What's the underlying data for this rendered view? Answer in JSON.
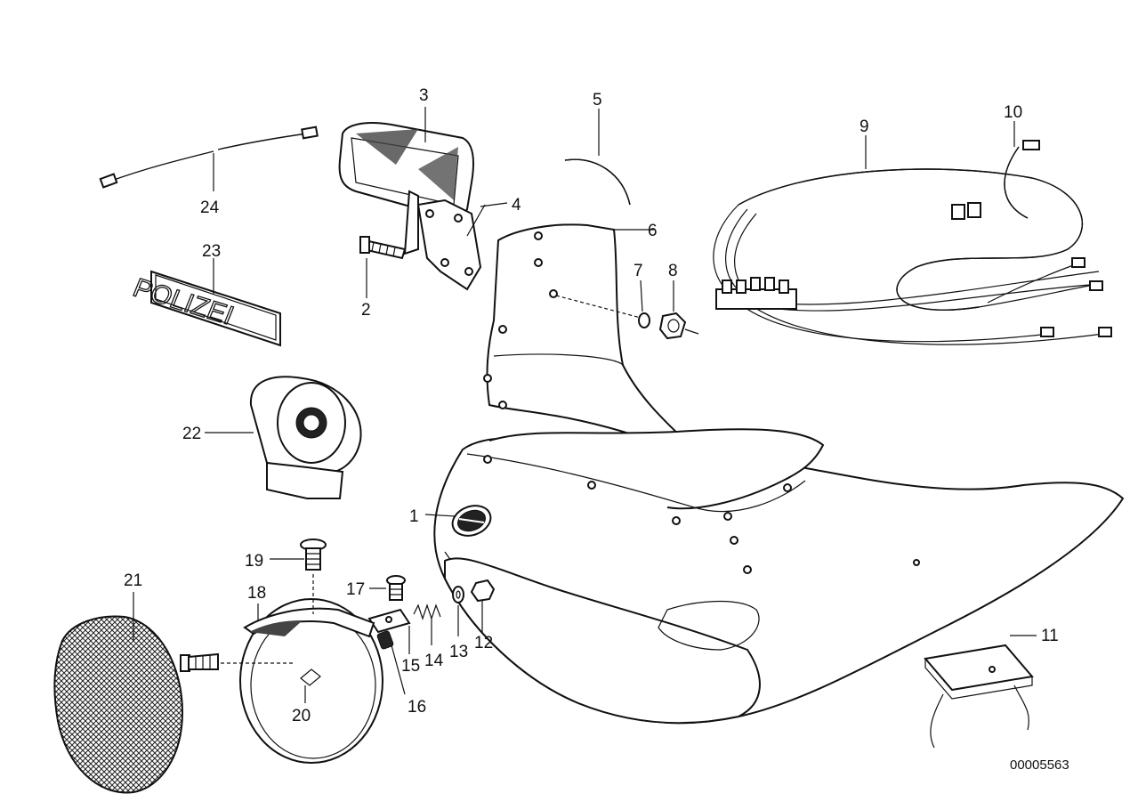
{
  "diagram": {
    "reference_number": "00005563",
    "emblem_text": "POLIZEI",
    "callouts": [
      {
        "id": "c1",
        "text": "1"
      },
      {
        "id": "c2",
        "text": "2"
      },
      {
        "id": "c3",
        "text": "3"
      },
      {
        "id": "c4",
        "text": "4"
      },
      {
        "id": "c5",
        "text": "5"
      },
      {
        "id": "c6",
        "text": "6"
      },
      {
        "id": "c7",
        "text": "7"
      },
      {
        "id": "c8",
        "text": "8"
      },
      {
        "id": "c9",
        "text": "9"
      },
      {
        "id": "c10",
        "text": "10"
      },
      {
        "id": "c11",
        "text": "11"
      },
      {
        "id": "c12",
        "text": "12"
      },
      {
        "id": "c13",
        "text": "13"
      },
      {
        "id": "c14",
        "text": "14"
      },
      {
        "id": "c15",
        "text": "15"
      },
      {
        "id": "c16",
        "text": "16"
      },
      {
        "id": "c17",
        "text": "17"
      },
      {
        "id": "c18",
        "text": "18"
      },
      {
        "id": "c19",
        "text": "19"
      },
      {
        "id": "c20",
        "text": "20"
      },
      {
        "id": "c21",
        "text": "21"
      },
      {
        "id": "c22",
        "text": "22"
      },
      {
        "id": "c23",
        "text": "23"
      },
      {
        "id": "c24",
        "text": "24"
      }
    ]
  }
}
